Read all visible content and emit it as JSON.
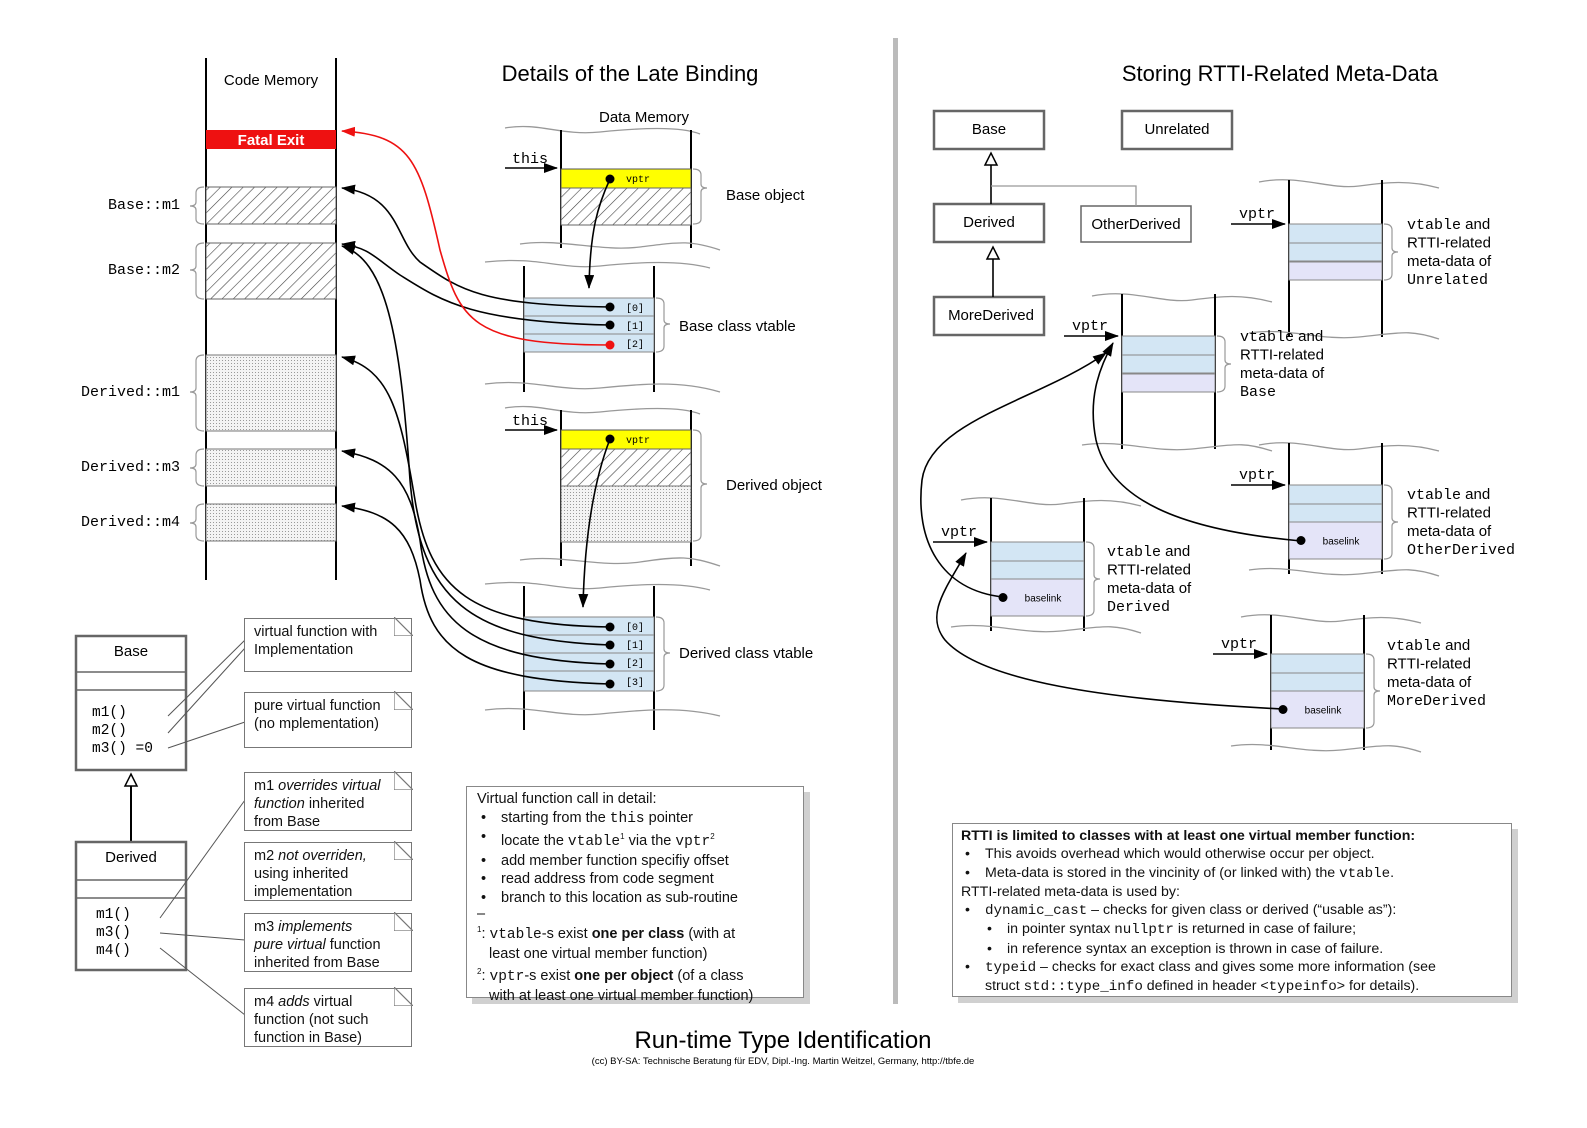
{
  "headings": {
    "left": "Details of the Late Binding",
    "right": "Storing RTTI-Related Meta-Data",
    "footer_title": "Run-time Type Identification",
    "footer_credit": "(cc) BY-SA: Technische Beratung für EDV, Dipl.-Ing. Martin Weitzel, Germany, http://tbfe.de"
  },
  "code_memory": {
    "title": "Code Memory",
    "fatal_exit": "Fatal Exit",
    "labels": [
      "Base::m1",
      "Base::m2",
      "Derived::m1",
      "Derived::m3",
      "Derived::m4"
    ]
  },
  "data_memory": {
    "title": "Data Memory",
    "this_label": "this",
    "vptr_label": "vptr",
    "base_object": "Base object",
    "derived_object": "Derived object",
    "base_vtable": "Base class vtable",
    "derived_vtable": "Derived class vtable",
    "base_slots": [
      "[0]",
      "[1]",
      "[2]"
    ],
    "derived_slots": [
      "[0]",
      "[1]",
      "[2]",
      "[3]"
    ]
  },
  "uml_left": {
    "base_name": "Base",
    "base_methods": [
      "m1()",
      "m2()",
      "m3() =0"
    ],
    "derived_name": "Derived",
    "derived_methods": [
      "m1()",
      "m3()",
      "m4()"
    ]
  },
  "notes": {
    "virtual_impl": [
      "virtual function with",
      "Implementation"
    ],
    "pure_virtual": [
      "pure virtual function",
      "(no mplementation)"
    ],
    "m1_a": "m1 ",
    "m1_b": "overrides virtual",
    "m1_c": "function",
    "m1_d": " inherited",
    "m1_e": "from Base",
    "m2_a": "m2 ",
    "m2_b": "not overriden,",
    "m2_c": "using inherited",
    "m2_d": "implementation",
    "m3_a": "m3 ",
    "m3_b": "implements",
    "m3_c": "pure virtual",
    "m3_d": " function",
    "m3_e": "inherited from Base",
    "m4_a": "m4 ",
    "m4_b": "adds",
    "m4_c": " virtual",
    "m4_d": "function (not such",
    "m4_e": "function in Base)"
  },
  "call_detail": {
    "heading": "Virtual function call in detail:",
    "b1_a": "starting from the ",
    "b1_b": "this",
    "b1_c": " pointer",
    "b2_a": "locate the ",
    "b2_b": "vtable",
    "b2_c": " via the ",
    "b2_d": "vptr",
    "b3": "add member function specifiy offset",
    "b4": "read address from code segment",
    "b5": "branch to this location as sub-routine",
    "sep": "–",
    "f1_mark": "1",
    "f1_a": "vtable",
    "f1_b": "-s exist ",
    "f1_c": "one per class",
    "f1_d": " (with at",
    "f1_e": "least one virtual member function)",
    "f2_mark": "2",
    "f2_a": "vptr",
    "f2_b": "-s exist ",
    "f2_c": "one per object",
    "f2_d": " (of a class",
    "f2_e": "with at least one virtual member function)"
  },
  "uml_right": {
    "base": "Base",
    "unrelated": "Unrelated",
    "derived": "Derived",
    "other_derived": "OtherDerived",
    "more_derived": "MoreDerived"
  },
  "rtti_tables": {
    "vptr": "vptr",
    "baselink": "baselink",
    "desc_1": "vtable and",
    "desc_2": "RTTI-related",
    "desc_3": "meta-data of",
    "classes": [
      "Unrelated",
      "Base",
      "OtherDerived",
      "Derived",
      "MoreDerived"
    ]
  },
  "rtti_box": {
    "heading": "RTTI is limited to classes with at least one virtual member function:",
    "b1": "This avoids overhead which would otherwise occur per object.",
    "b2_a": "Meta-data is stored in the vincinity of (or linked with) the ",
    "b2_b": "vtable",
    "b2_c": ".",
    "used_by": "RTTI-related meta-data is used by:",
    "b3_a": "dynamic_cast",
    "b3_b": " – checks for given class or derived (“usable as”):",
    "s1_a": "in pointer syntax ",
    "s1_b": "nullptr",
    "s1_c": " is returned in case of failure;",
    "s2": "in reference syntax an exception is thrown in case of failure.",
    "b4_a": "typeid",
    "b4_b": " – checks for exact class and gives some more information (see",
    "b4_c": "struct ",
    "b4_d": "std::type_info",
    "b4_e": " defined in header <",
    "b4_f": "typeinfo",
    "b4_g": "> for details)."
  },
  "colors": {
    "fatal": "#ee1111",
    "vptr_fill": "#ffff00",
    "vtable_fill": "#d3e6f4",
    "meta_fill": "#e4e4f8",
    "divider": "#bbbbbb"
  }
}
